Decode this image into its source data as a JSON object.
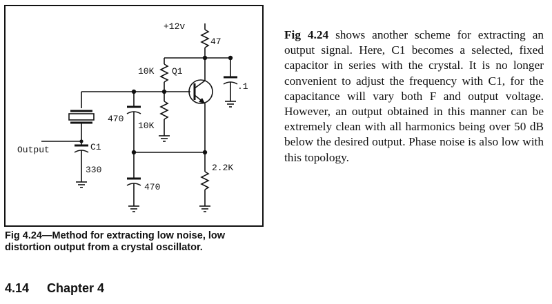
{
  "schematic": {
    "labels": {
      "supply": "+12v",
      "r_top": "47",
      "r_bias_top": "10K",
      "transistor": "Q1",
      "r_bias_bottom": "10K",
      "c_bypass": ".1",
      "c_feedback": "470",
      "c_emitter": "470",
      "r_emitter": "2.2K",
      "c1_name": "C1",
      "c1_value": "330",
      "output": "Output"
    }
  },
  "caption": "Fig 4.24—Method for extracting low noise, low distortion output from a crystal oscillator.",
  "footer": {
    "page_number": "4.14",
    "chapter": "Chapter 4"
  },
  "body": {
    "figure_ref": "Fig 4.24",
    "text": " shows another scheme for extracting an output signal. Here, C1 becomes a selected, fixed capacitor in series with the crystal. It is no longer convenient to adjust the frequency with C1, for the capacitance will vary both F and output voltage. However, an output obtained in this manner can be extremely clean with all harmonics being over 50 dB below the desired output. Phase noise is also low with this topology."
  }
}
